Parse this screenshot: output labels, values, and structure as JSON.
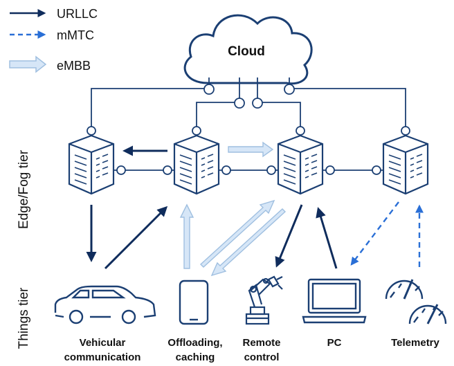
{
  "legend": {
    "items": [
      {
        "label": "URLLC",
        "style": "solid-dark"
      },
      {
        "label": "mMTC",
        "style": "dashed-blue"
      },
      {
        "label": "eMBB",
        "style": "hollow-light"
      }
    ]
  },
  "cloud": {
    "label": "Cloud"
  },
  "tiers": {
    "edge": "Edge/Fog tier",
    "things": "Things tier"
  },
  "things": {
    "vehicular": [
      "Vehicular",
      "communication"
    ],
    "offloading": [
      "Offloading,",
      "caching"
    ],
    "remote": [
      "Remote",
      "control"
    ],
    "pc": [
      "PC"
    ],
    "telemetry": [
      "Telemetry"
    ]
  },
  "colors": {
    "dark_navy": "#0f2c5c",
    "mid_blue": "#2a6fd6",
    "light_blue": "#d6e6f7",
    "light_blue_stroke": "#9fbfe0",
    "stroke": "#1b3f73"
  },
  "icons": {
    "servers": "server-rack-icon",
    "car": "car-icon",
    "tablet": "tablet-icon",
    "robot_arm": "robot-arm-icon",
    "laptop": "laptop-icon",
    "gauges": "gauge-icon"
  }
}
